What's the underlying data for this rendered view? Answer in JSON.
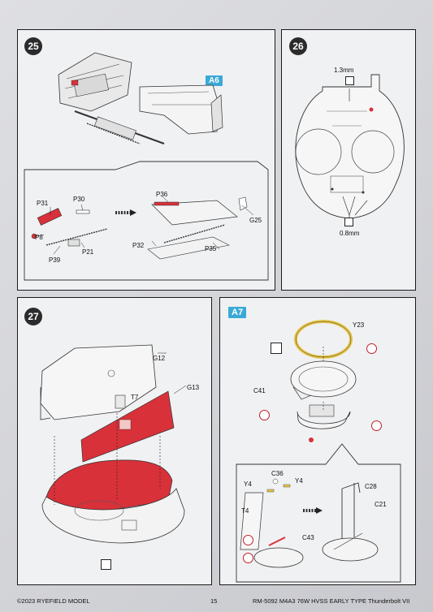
{
  "steps": {
    "s25": {
      "number": "25",
      "badge": "A6",
      "labels": {
        "p31": "P31",
        "p30": "P30",
        "p8": "P8",
        "p39": "P39",
        "p21": "P21",
        "p36": "P36",
        "g25": "G25",
        "p32": "P32",
        "p35": "P35"
      }
    },
    "s26": {
      "number": "26",
      "drill_top": "1.3mm",
      "drill_bottom": "0.8mm"
    },
    "s27": {
      "number": "27",
      "labels": {
        "g12": "G12",
        "t7": "T7",
        "g13": "G13"
      }
    },
    "a7": {
      "badge": "A7",
      "labels": {
        "y23": "Y23",
        "c41": "C41",
        "c36": "C36",
        "y4_left": "Y4",
        "y4_right": "Y4",
        "c28": "C28",
        "c21": "C21",
        "t4": "T4",
        "c43": "C43"
      }
    }
  },
  "footer": {
    "copyright": "©2023 RYEFIELD MODEL",
    "page_number": "15",
    "title": "RM-5092 M4A3 76W HVSS EARLY TYPE Thunderbolt VII"
  },
  "colors": {
    "part_red": "#d8313a",
    "badge_blue": "#3aa9d6",
    "ring_yellow": "#e8c64a",
    "outline": "#1a1a1a"
  }
}
